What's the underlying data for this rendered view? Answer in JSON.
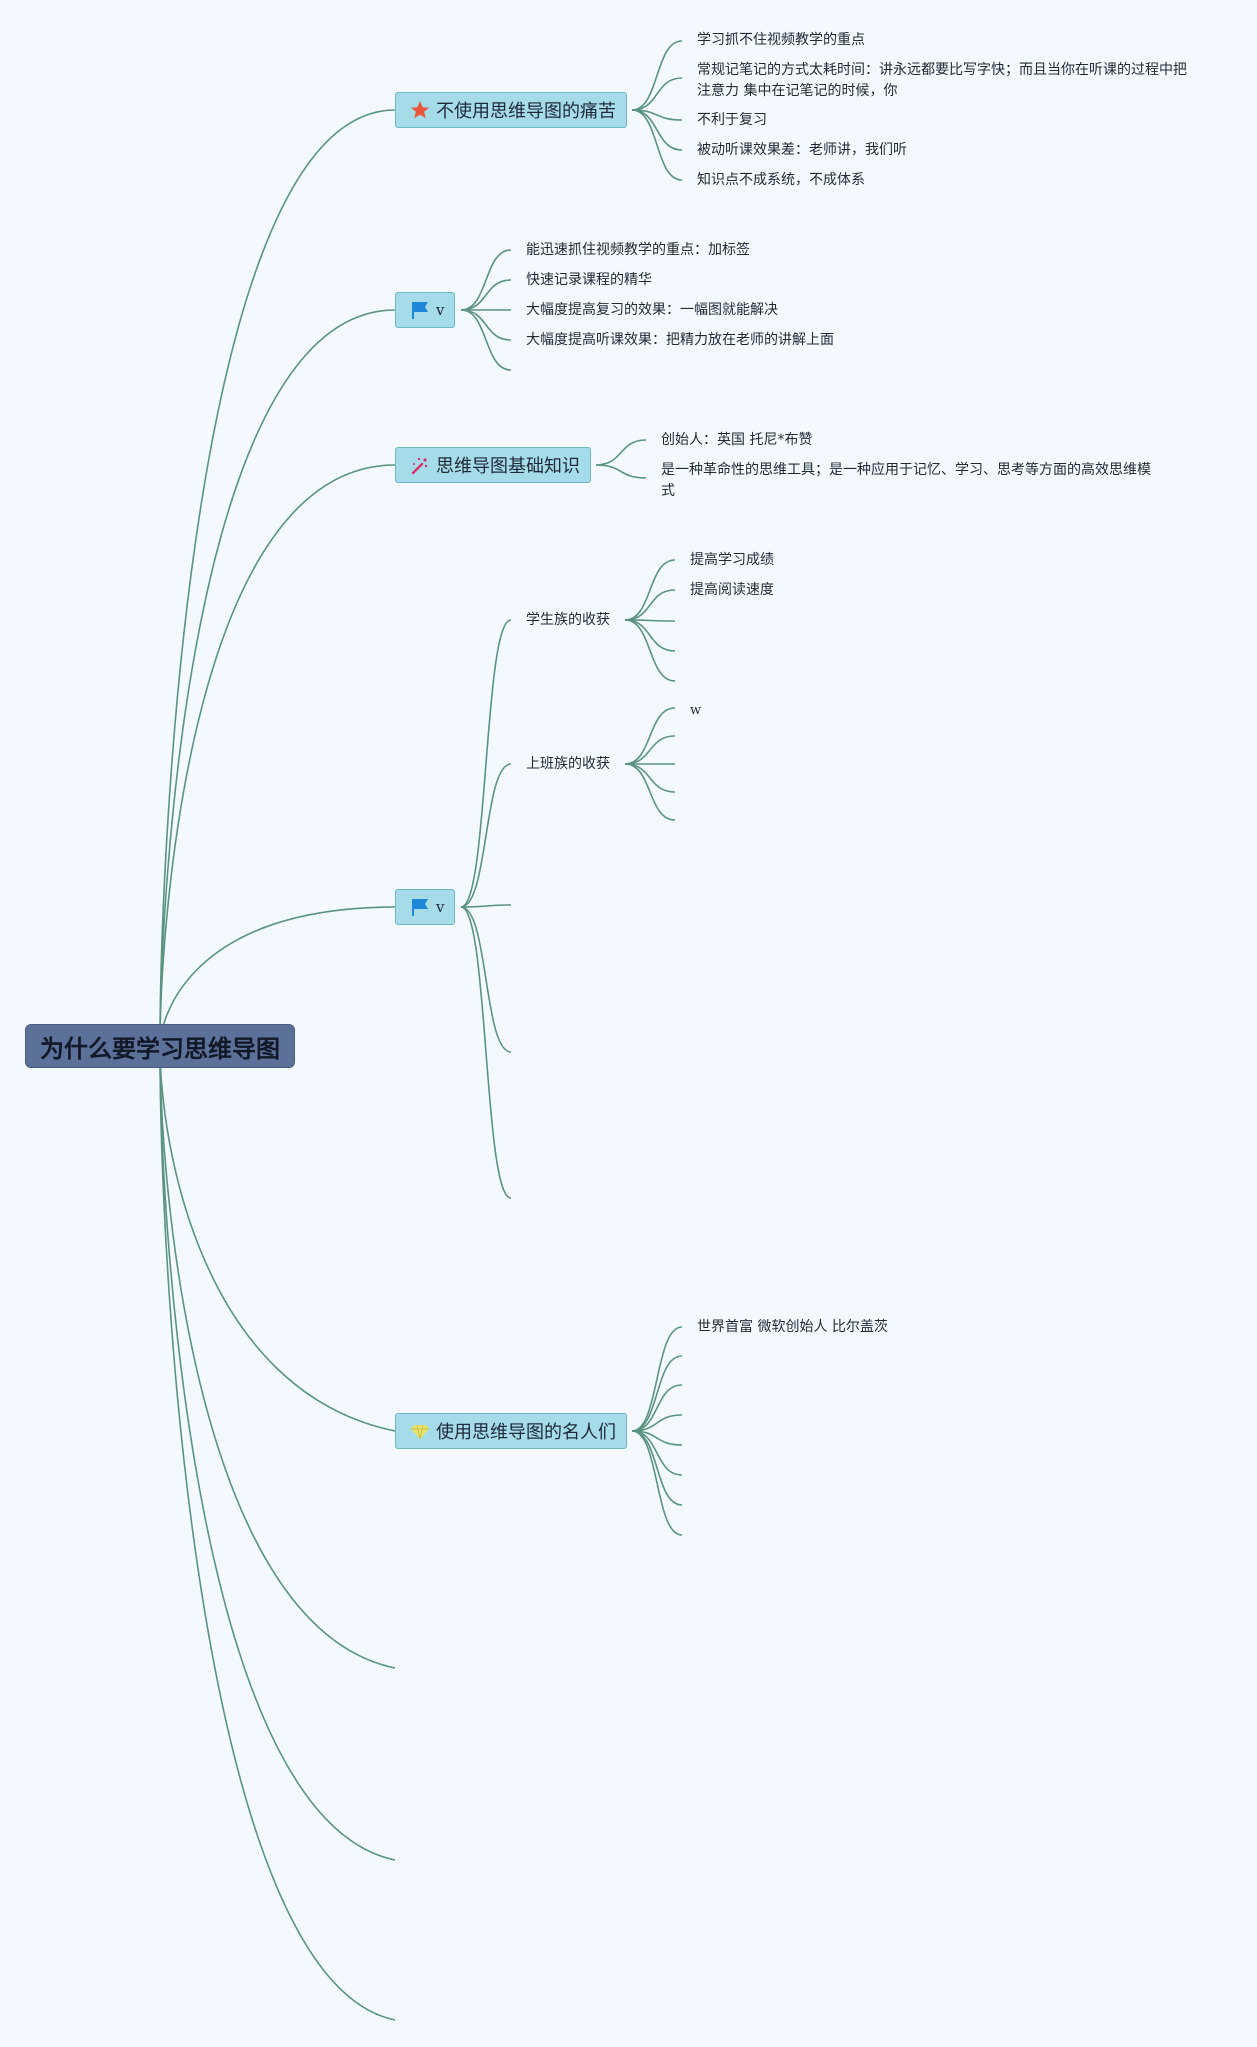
{
  "root": {
    "label": "为什么要学习思维导图"
  },
  "topics": [
    {
      "label": "不使用思维导图的痛苦",
      "icon": "star-icon",
      "children": [
        "学习抓不住视频教学的重点",
        "常规记笔记的方式太耗时间：讲永远都要比写字快；而且当你在听课的过程中把注意力 集中在记笔记的时候，你",
        "不利于复习",
        "被动听课效果差：老师讲，我们听",
        "知识点不成系统，不成体系"
      ]
    },
    {
      "label": "v",
      "icon": "flag-icon",
      "children": [
        "能迅速抓住视频教学的重点：加标签",
        "快速记录课程的精华",
        "大幅度提高复习的效果：一幅图就能解决",
        "大幅度提高听课效果：把精力放在老师的讲解上面"
      ]
    },
    {
      "label": "思维导图基础知识",
      "icon": "magic-wand-icon",
      "children": [
        "创始人：英国 托尼*布赞",
        "是一种革命性的思维工具；是一种应用于记忆、学习、思考等方面的高效思维模式"
      ]
    },
    {
      "label": "v",
      "icon": "flag-icon",
      "children": [
        {
          "label": "学生族的收获",
          "children": [
            "提高学习成绩",
            "提高阅读速度"
          ]
        },
        {
          "label": "上班族的收获",
          "children": [
            "w"
          ]
        }
      ]
    },
    {
      "label": "使用思维导图的名人们",
      "icon": "diamond-icon",
      "children": [
        "世界首富 微软创始人 比尔盖茨"
      ]
    }
  ],
  "colors": {
    "background": "#f3f9fe",
    "root_fill": "#5c7199",
    "topic_fill": "#a6dcea",
    "connector": "#5a9480",
    "star": "#e8553a",
    "flag": "#1e88d8",
    "wand": "#d9336b",
    "diamond": "#e9e36a"
  }
}
